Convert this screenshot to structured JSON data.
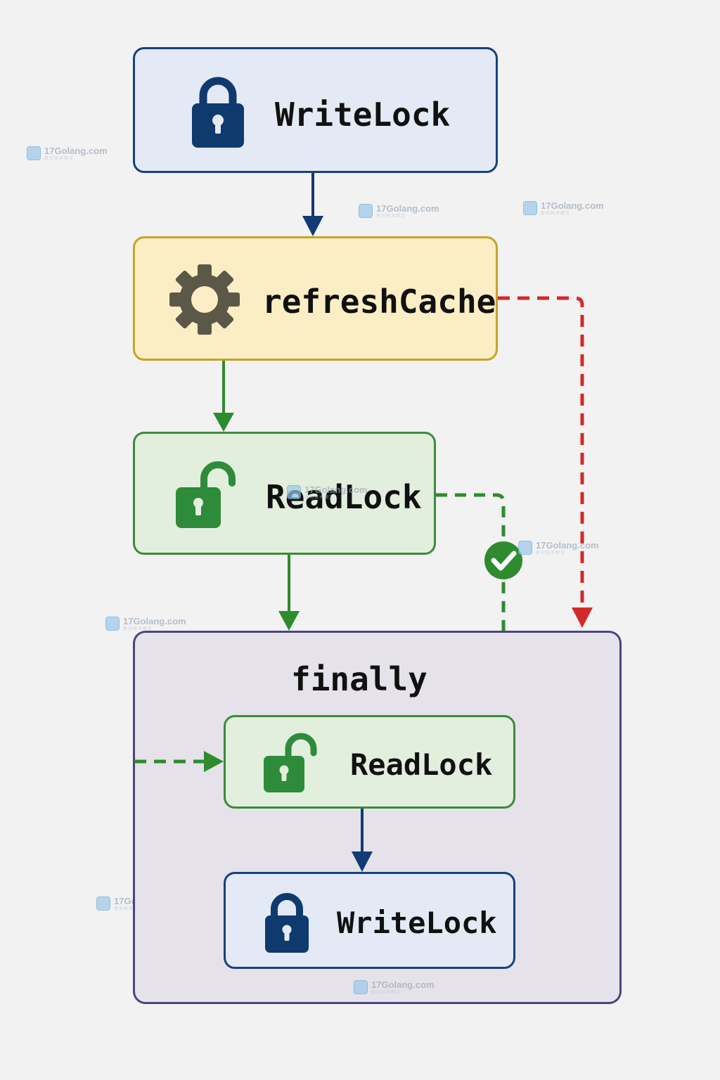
{
  "nodes": {
    "write_lock_top": {
      "label": "WriteLock",
      "icon": "lock-closed-icon"
    },
    "refresh_cache": {
      "label": "refreshCache",
      "icon": "gear-icon"
    },
    "read_lock_mid": {
      "label": "ReadLock",
      "icon": "lock-open-icon"
    },
    "finally_block": {
      "label": "finally"
    },
    "read_lock_finally": {
      "label": "ReadLock",
      "icon": "lock-open-icon"
    },
    "write_lock_finally": {
      "label": "WriteLock",
      "icon": "lock-closed-icon"
    }
  },
  "edges": [
    {
      "from": "write_lock_top",
      "to": "refresh_cache",
      "style": "solid",
      "color": "#123a73"
    },
    {
      "from": "refresh_cache",
      "to": "read_lock_mid",
      "style": "solid",
      "color": "#2e8b2e"
    },
    {
      "from": "read_lock_mid",
      "to": "finally_block",
      "style": "solid",
      "color": "#2e8b2e"
    },
    {
      "from": "refresh_cache",
      "to": "finally_block",
      "style": "dashed",
      "color": "#d22a2a"
    },
    {
      "from": "read_lock_mid",
      "to": "finally_block",
      "style": "dashed",
      "color": "#2e8b2e",
      "marker": "check-circle-icon"
    },
    {
      "from": "finally_block",
      "to": "read_lock_finally",
      "style": "dashed",
      "color": "#2e8b2e"
    },
    {
      "from": "read_lock_finally",
      "to": "write_lock_finally",
      "style": "solid",
      "color": "#123a73"
    }
  ],
  "watermark": {
    "text": "17Golang.com",
    "subtext": "原创技术图文",
    "icon": "watermark-logo-icon"
  },
  "colors": {
    "write_fill": "#e3eaf5",
    "write_border": "#17407e",
    "lock_navy": "#0f3a6e",
    "refresh_fill": "#fbeec4",
    "refresh_border": "#c9a227",
    "gear": "#5c5848",
    "read_fill": "#e1efdc",
    "read_border": "#3d8a3d",
    "lock_green": "#2e8b3a",
    "finally_fill": "#e5e2ea",
    "finally_border": "#4d4380",
    "arrow_red": "#d22a2a",
    "check_green": "#2e8b2e"
  }
}
